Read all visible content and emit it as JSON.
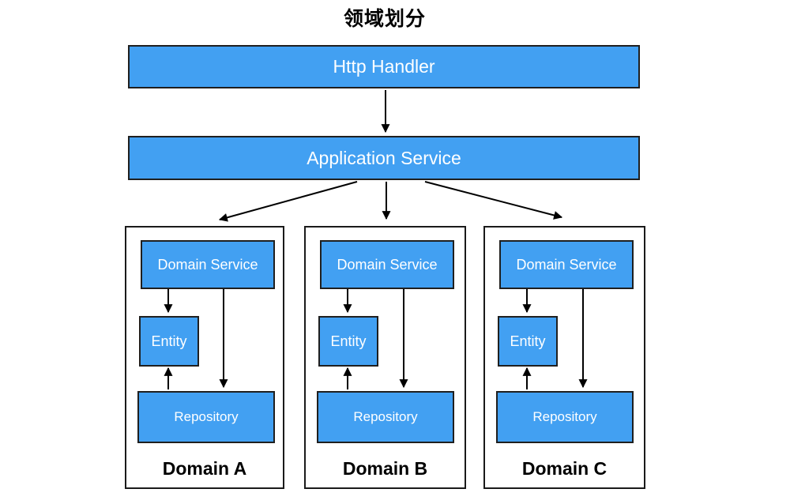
{
  "title": "领域划分",
  "layers": {
    "http_handler": "Http Handler",
    "application_service": "Application Service"
  },
  "domains": [
    {
      "name": "Domain A",
      "service": "Domain Service",
      "entity": "Entity",
      "repository": "Repository"
    },
    {
      "name": "Domain B",
      "service": "Domain Service",
      "entity": "Entity",
      "repository": "Repository"
    },
    {
      "name": "Domain C",
      "service": "Domain Service",
      "entity": "Entity",
      "repository": "Repository"
    }
  ],
  "connections": [
    {
      "from": "Http Handler",
      "to": "Application Service"
    },
    {
      "from": "Application Service",
      "to": "Domain A"
    },
    {
      "from": "Application Service",
      "to": "Domain B"
    },
    {
      "from": "Application Service",
      "to": "Domain C"
    },
    {
      "from": "Domain Service",
      "to": "Entity",
      "scope": "within each domain"
    },
    {
      "from": "Domain Service",
      "to": "Repository",
      "scope": "within each domain"
    },
    {
      "from": "Repository",
      "to": "Entity",
      "scope": "within each domain"
    }
  ],
  "colors": {
    "box_fill": "#42A0F2",
    "box_border": "#1F1F1F",
    "container_border": "#1A1A1A",
    "arrow": "#000000",
    "box_text": "#FFFFFF",
    "label_text": "#000000"
  }
}
